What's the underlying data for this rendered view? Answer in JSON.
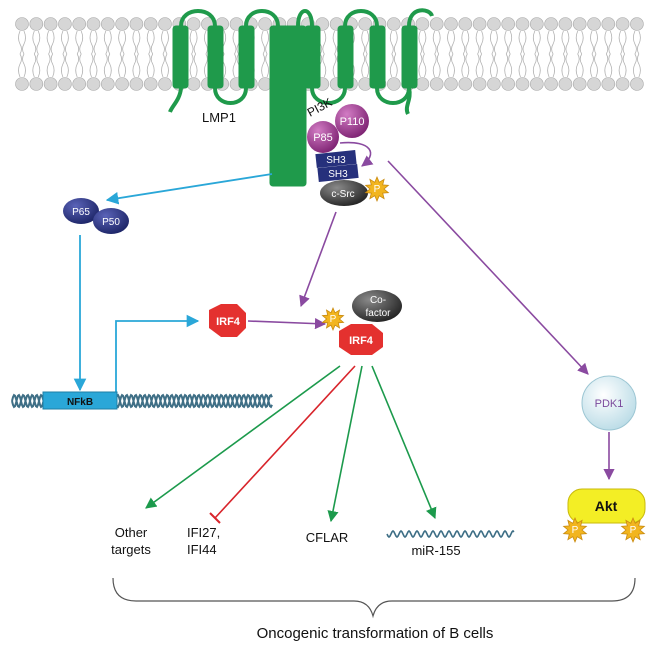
{
  "membrane": {
    "protein_label": "LMP1"
  },
  "pi3k": {
    "label": "PI3K",
    "p85": "P85",
    "p110": "P110"
  },
  "sh3": {
    "top": "SH3",
    "bottom": "SH3"
  },
  "csrc": {
    "label": "c-Src",
    "phospho": "P"
  },
  "nfkb_complex": {
    "p65": "P65",
    "p50": "P50"
  },
  "dna": {
    "nfkb_label": "NFkB"
  },
  "irf4_free": "IRF4",
  "irf4_active": {
    "label": "IRF4",
    "phospho": "P",
    "cofactor_line1": "Co-",
    "cofactor_line2": "factor"
  },
  "pdk1": "PDK1",
  "akt": {
    "label": "Akt",
    "phospho_left": "P",
    "phospho_right": "P"
  },
  "targets": {
    "other_line1": "Other",
    "other_line2": "targets",
    "ifi_line1": "IFI27,",
    "ifi_line2": "IFI44",
    "cflar": "CFLAR",
    "mir": "miR-155"
  },
  "summary": "Oncogenic transformation of B cells",
  "colors": {
    "membrane_protein": "#1f9a4b",
    "lipid_head": "#d6d6d6",
    "lipid_head_stroke": "#a9a9a9",
    "blue_arrow": "#2aa7d8",
    "purple_arrow": "#8a4aa0",
    "green_arrow": "#1c9a4c",
    "red_inhibit": "#d8242b",
    "navy": "#26307c",
    "magenta": "#a2358f",
    "irf4_red": "#e4312f",
    "phospho_yellow": "#f2b51f",
    "akt_yellow": "#f3ee25",
    "dna_blue": "#3f6f86",
    "nfkb_box": "#2aa7d8"
  }
}
